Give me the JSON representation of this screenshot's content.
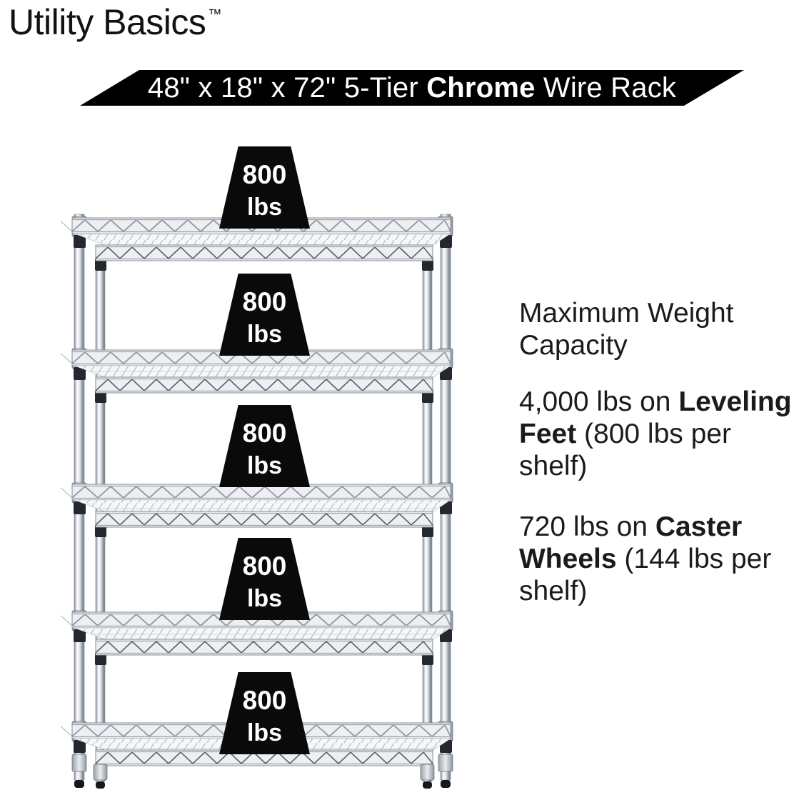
{
  "brand": {
    "name": "Utility Basics",
    "trademark": "™"
  },
  "banner": {
    "segments": [
      {
        "t": "48\" x 18\" x 72\" 5-Tier "
      },
      {
        "t": "Chrome",
        "b": true
      },
      {
        "t": " Wire Rack"
      }
    ]
  },
  "rack": {
    "tier_count": 5,
    "weights": [
      {
        "amount": "800",
        "unit": "lbs"
      },
      {
        "amount": "800",
        "unit": "lbs"
      },
      {
        "amount": "800",
        "unit": "lbs"
      },
      {
        "amount": "800",
        "unit": "lbs"
      },
      {
        "amount": "800",
        "unit": "lbs"
      }
    ]
  },
  "info": {
    "heading_lines": [
      "Maximum Weight",
      "Capacity"
    ],
    "paragraphs": [
      {
        "lines": [
          [
            {
              "t": "4,000 lbs on "
            },
            {
              "t": "Leveling",
              "b": true
            }
          ],
          [
            {
              "t": "Feet",
              "b": true
            },
            {
              "t": " (800 lbs per"
            }
          ],
          [
            {
              "t": "shelf)"
            }
          ]
        ]
      },
      {
        "lines": [
          [
            {
              "t": "720 lbs on "
            },
            {
              "t": "Caster",
              "b": true
            }
          ],
          [
            {
              "t": "Wheels",
              "b": true
            },
            {
              "t": " (144 lbs per"
            }
          ],
          [
            {
              "t": "shelf)"
            }
          ]
        ]
      }
    ]
  },
  "colors": {
    "background": "#ffffff",
    "banner_bg": "#000000",
    "banner_text": "#ffffff",
    "weight_fill": "#0a0a0a",
    "weight_text": "#ffffff",
    "text": "#1b1b1b"
  }
}
